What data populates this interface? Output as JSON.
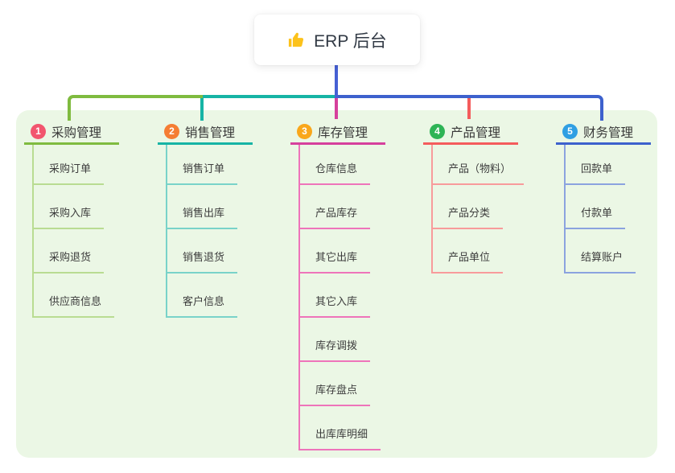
{
  "root_node": {
    "icon": "thumbs-up-icon",
    "icon_color": "#fcc21b",
    "title": "ERP 后台"
  },
  "connector": {
    "root_line_color": "#4660d4"
  },
  "panel": {
    "background_color": "#ebf7e5"
  },
  "branches": [
    {
      "number": "1",
      "label": "采购管理",
      "badge_color": "#f2556e",
      "line_color": "#7fbb3f",
      "light_color": "#b9dc92",
      "children": [
        "采购订单",
        "采购入库",
        "采购退货",
        "供应商信息"
      ]
    },
    {
      "number": "2",
      "label": "销售管理",
      "badge_color": "#f57d33",
      "line_color": "#16b4a5",
      "light_color": "#79d3c9",
      "children": [
        "销售订单",
        "销售出库",
        "销售退货",
        "客户信息"
      ]
    },
    {
      "number": "3",
      "label": "库存管理",
      "badge_color": "#f9a71b",
      "line_color": "#d6409c",
      "light_color": "#ee74ba",
      "children": [
        "仓库信息",
        "产品库存",
        "其它出库",
        "其它入库",
        "库存调拨",
        "库存盘点",
        "出库库明细"
      ]
    },
    {
      "number": "4",
      "label": "产品管理",
      "badge_color": "#2eb456",
      "line_color": "#f45c5c",
      "light_color": "#f89b9b",
      "children": [
        "产品（物料）",
        "产品分类",
        "产品单位"
      ]
    },
    {
      "number": "5",
      "label": "财务管理",
      "badge_color": "#2f9fe3",
      "line_color": "#3d61cd",
      "light_color": "#8ba3df",
      "children": [
        "回款单",
        "付款单",
        "结算账户"
      ]
    }
  ]
}
